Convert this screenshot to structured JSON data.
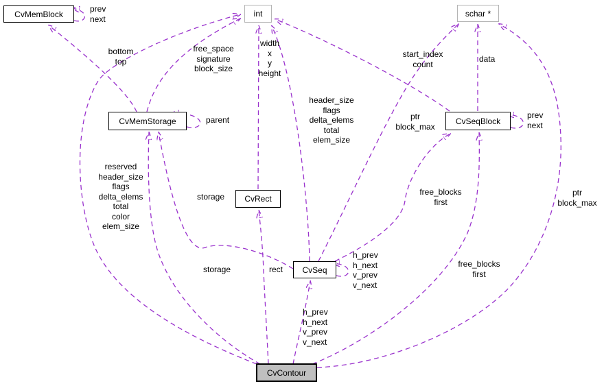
{
  "diagram": {
    "title": "CvContour collaboration diagram",
    "colors": {
      "edge": "#9a32cd",
      "node_border": "#000000",
      "plain_node_border": "#b4b4b4",
      "current_node_fill": "#bfbfbf",
      "background": "#ffffff"
    },
    "nodes": {
      "cvmemblock": {
        "label": "CvMemBlock"
      },
      "int": {
        "label": "int"
      },
      "schar": {
        "label": "schar *"
      },
      "cvmemstorage": {
        "label": "CvMemStorage"
      },
      "cvseqblock": {
        "label": "CvSeqBlock"
      },
      "cvrect": {
        "label": "CvRect"
      },
      "cvseq": {
        "label": "CvSeq"
      },
      "cvcontour": {
        "label": "CvContour"
      }
    },
    "edge_labels": {
      "memblock_self": "prev\nnext",
      "bottom_top": "bottom\ntop",
      "free_space": "free_space\nsignature\nblock_size",
      "width_height": "width\nx\ny\nheight",
      "header_size_seq": "header_size\nflags\ndelta_elems\ntotal\nelem_size",
      "start_index": "start_index\ncount",
      "data": "data",
      "ptr_seq": "ptr\nblock_max",
      "seqblock_self": "prev\nnext",
      "parent": "parent",
      "reserved": "reserved\nheader_size\nflags\ndelta_elems\ntotal\ncolor\nelem_size",
      "storage_seq": "storage",
      "free_blocks_seq": "free_blocks\nfirst",
      "ptr_contour": "ptr\nblock_max",
      "free_blocks_contour": "free_blocks\nfirst",
      "storage_contour": "storage",
      "rect": "rect",
      "seq_self": "h_prev\nh_next\nv_prev\nv_next",
      "hprev_contour": "h_prev\nh_next\nv_prev\nv_next"
    }
  }
}
